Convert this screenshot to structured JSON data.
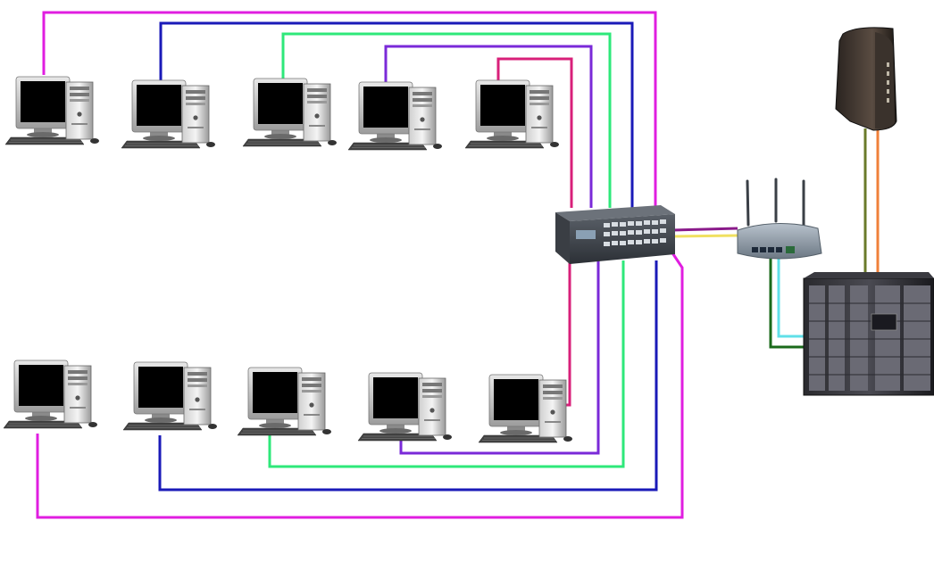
{
  "diagram": {
    "kind": "network-topology",
    "background": "#ffffff",
    "workstations_top": [
      "pc",
      "pc",
      "pc",
      "pc",
      "pc"
    ],
    "workstations_bottom": [
      "pc",
      "pc",
      "pc",
      "pc",
      "pc"
    ],
    "devices": [
      "network-switch",
      "wireless-router",
      "cable-modem",
      "server-rack"
    ],
    "cable_colors": {
      "magenta": "#e01ee0",
      "blue": "#1a1ab8",
      "green": "#2ee87a",
      "purple": "#7a2ad8",
      "crimson": "#d8207a",
      "router_link_purple": "#8a1a8a",
      "router_link_yellow": "#f0e060",
      "modem_olive": "#6a7a2a",
      "modem_orange": "#f0803a",
      "server_cyan": "#60e0e8",
      "server_darkgreen": "#1a6a1a"
    }
  }
}
